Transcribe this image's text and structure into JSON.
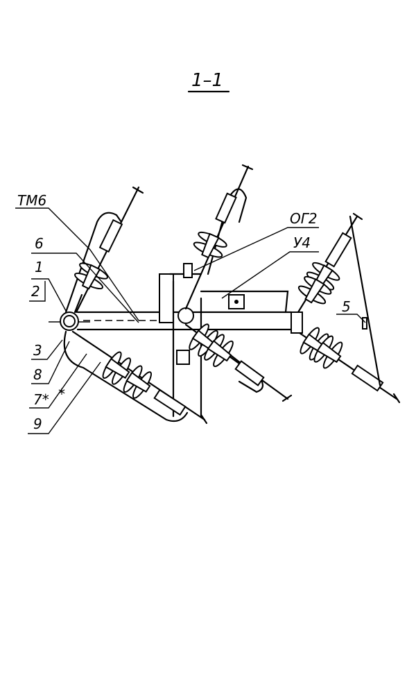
{
  "title": "1–1",
  "labels": {
    "tm6": "ТМ6",
    "l6": "6",
    "l1": "1",
    "l2": "2",
    "l3": "3",
    "l8": "8",
    "l7": "7*",
    "l7star": "*",
    "l9": "9",
    "og2": "ОГ2",
    "u4": "У4",
    "l5": "5"
  }
}
